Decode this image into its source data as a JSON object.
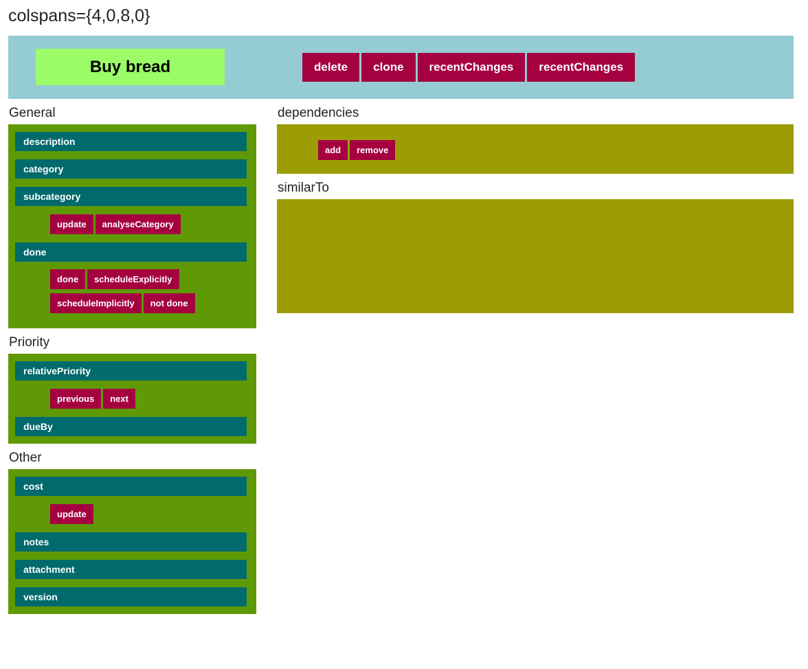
{
  "page": {
    "title": "colspans={4,0,8,0}"
  },
  "header": {
    "item_title": "Buy bread",
    "actions": [
      {
        "label": "delete"
      },
      {
        "label": "clone"
      },
      {
        "label": "recentChanges"
      },
      {
        "label": "recentChanges"
      }
    ]
  },
  "colors": {
    "header_bar": "#95cbd2",
    "title_box": "#9bfc68",
    "panel_green": "#5f9a06",
    "panel_olive": "#9c9c04",
    "field_teal": "#006a6c",
    "button_crimson": "#a50040",
    "text_dark": "#222222"
  },
  "left_column": {
    "sections": [
      {
        "label": "General",
        "fields": [
          {
            "label": "description"
          },
          {
            "label": "category"
          },
          {
            "label": "subcategory"
          }
        ],
        "rows": [
          {
            "type": "buttons",
            "buttons": [
              "update",
              "analyseCategory"
            ]
          },
          {
            "type": "field",
            "label": "done"
          },
          {
            "type": "buttons",
            "buttons": [
              "done",
              "scheduleExplicitly"
            ]
          },
          {
            "type": "buttons",
            "buttons": [
              "scheduleImplicitly",
              "not done"
            ]
          }
        ]
      },
      {
        "label": "Priority",
        "rows": [
          {
            "type": "field",
            "label": "relativePriority"
          },
          {
            "type": "buttons",
            "buttons": [
              "previous",
              "next"
            ]
          },
          {
            "type": "field",
            "label": "dueBy"
          }
        ]
      },
      {
        "label": "Other",
        "rows": [
          {
            "type": "field",
            "label": "cost"
          },
          {
            "type": "buttons",
            "buttons": [
              "update"
            ]
          },
          {
            "type": "field",
            "label": "notes"
          },
          {
            "type": "field",
            "label": "attachment"
          },
          {
            "type": "field",
            "label": "version"
          }
        ]
      }
    ]
  },
  "right_column": {
    "sections": [
      {
        "label": "dependencies",
        "buttons": [
          "add",
          "remove"
        ]
      },
      {
        "label": "similarTo",
        "buttons": []
      }
    ]
  }
}
